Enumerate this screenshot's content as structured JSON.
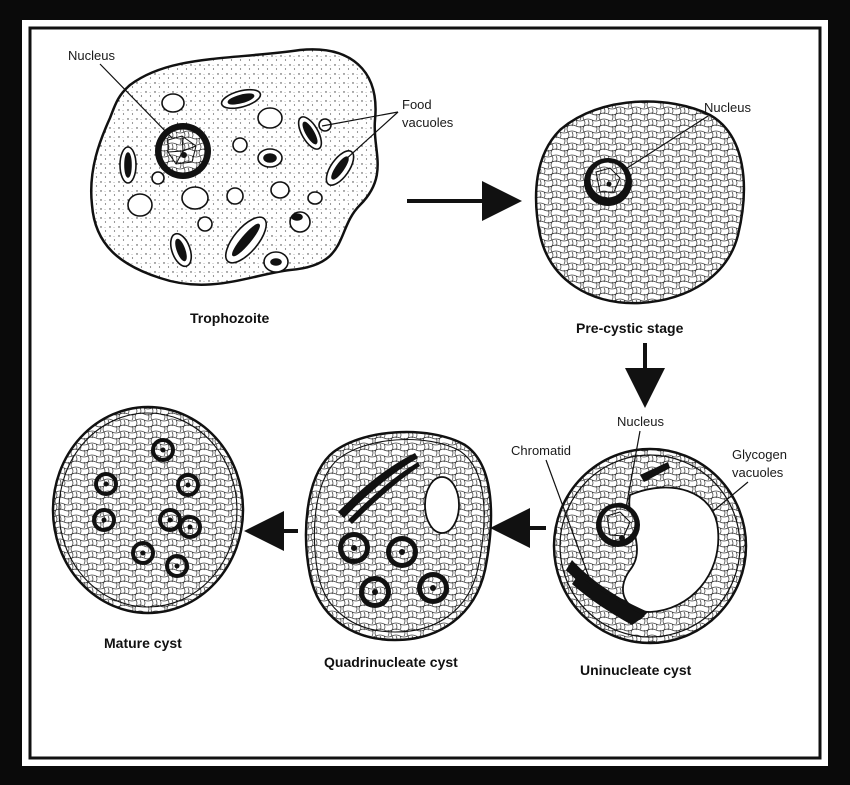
{
  "labels": {
    "trophozoite_nucleus": "Nucleus",
    "food_vacuoles_line1": "Food",
    "food_vacuoles_line2": "vacuoles",
    "precystic_nucleus": "Nucleus",
    "uninucleate_nucleus": "Nucleus",
    "chromatid": "Chromatid",
    "glycogen_line1": "Glycogen",
    "glycogen_line2": "vacuoles"
  },
  "stages": {
    "trophozoite": "Trophozoite",
    "precystic": "Pre-cystic stage",
    "uninucleate": "Uninucleate  cyst",
    "quadrinucleate": "Quadrinucleate cyst",
    "mature": "Mature cyst"
  },
  "colors": {
    "ink": "#111111",
    "paper": "#ffffff",
    "frame": "#0a0a0a"
  }
}
